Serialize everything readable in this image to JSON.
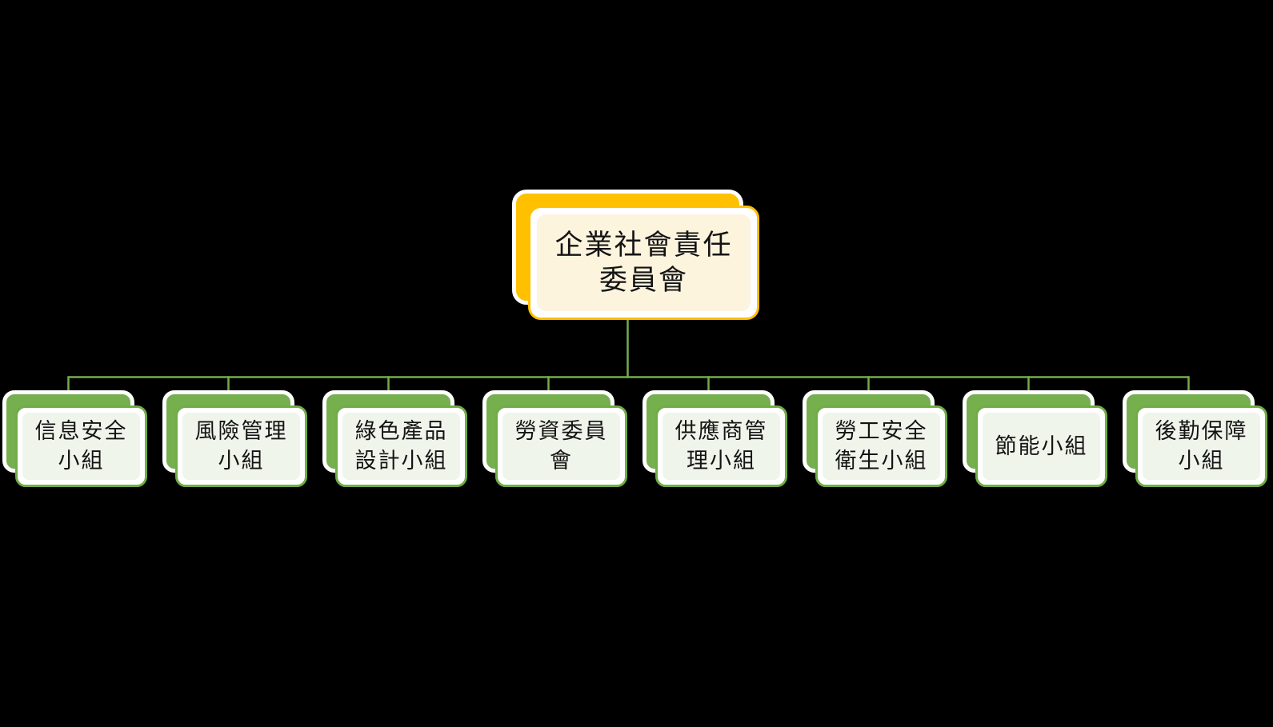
{
  "diagram": {
    "type": "org-chart",
    "background_color": "#000000",
    "connector_color": "#74AC4B",
    "root": {
      "label": "企業社會責任委員會",
      "label_lines": [
        "企業社會責任",
        "委員會"
      ],
      "back_fill": "#FFC000",
      "border_color": "#FFC000",
      "front_fill": "#FDF4DE"
    },
    "child_style": {
      "back_fill": "#76AF4E",
      "border_color": "#70AD47",
      "front_fill": "#F0F5EB"
    },
    "children": [
      {
        "label": "信息安全小組",
        "label_lines": [
          "信息安全",
          "小組"
        ]
      },
      {
        "label": "風險管理小組",
        "label_lines": [
          "風險管理",
          "小組"
        ]
      },
      {
        "label": "綠色產品設計小組",
        "label_lines": [
          "綠色產品",
          "設計小組"
        ]
      },
      {
        "label": "勞資委員會",
        "label_lines": [
          "勞資委員",
          "會"
        ]
      },
      {
        "label": "供應商管理小組",
        "label_lines": [
          "供應商管",
          "理小組"
        ]
      },
      {
        "label": "勞工安全衛生小組",
        "label_lines": [
          "勞工安全",
          "衛生小組"
        ]
      },
      {
        "label": "節能小組",
        "label_lines": [
          "節能小組"
        ]
      },
      {
        "label": "後勤保障小組",
        "label_lines": [
          "後勤保障",
          "小組"
        ]
      }
    ]
  }
}
